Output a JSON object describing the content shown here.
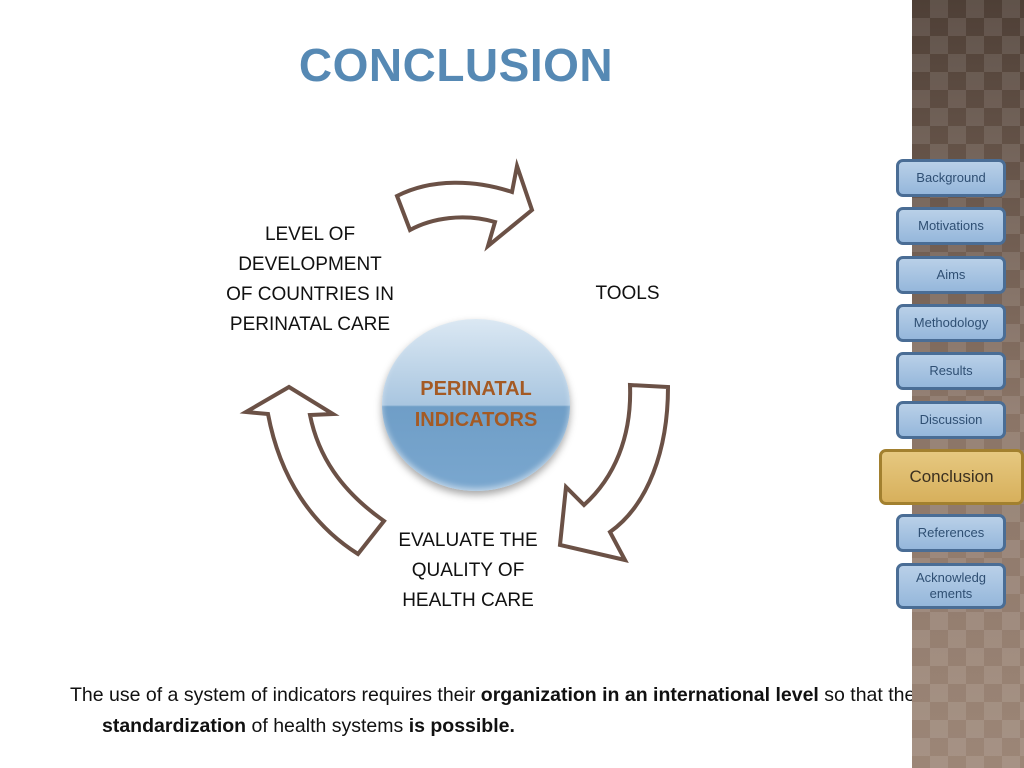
{
  "title": "CONCLUSION",
  "cycle": {
    "hub": {
      "line1": "PERINATAL",
      "line2": "INDICATORS"
    },
    "nodes": {
      "level": [
        "LEVEL OF",
        "DEVELOPMENT",
        "OF COUNTRIES IN",
        "PERINATAL CARE"
      ],
      "tools": "TOOLS",
      "evaluate": [
        "EVALUATE THE",
        "QUALITY OF",
        "HEALTH CARE"
      ]
    }
  },
  "footer": {
    "part1": "The use of a system of indicators requires their ",
    "bold1": "organization in an international level",
    "part2": " so that the ",
    "bold2": "standardization",
    "part3": " of health systems ",
    "bold3": "is possible."
  },
  "nav": [
    {
      "label": "Background"
    },
    {
      "label": "Motivations"
    },
    {
      "label": "Aims"
    },
    {
      "label": "Methodology"
    },
    {
      "label": "Results"
    },
    {
      "label": "Discussion"
    },
    {
      "label": "Conclusion",
      "active": true
    },
    {
      "label": "References"
    },
    {
      "label": "Acknowledgements",
      "display": "Acknowledg ements"
    }
  ],
  "colors": {
    "title": "#5689b4",
    "hub_text": "#a45a24",
    "arrow_stroke": "#6b5146",
    "nav_border": "#4a6d95",
    "nav_active": "#d7b05c"
  }
}
